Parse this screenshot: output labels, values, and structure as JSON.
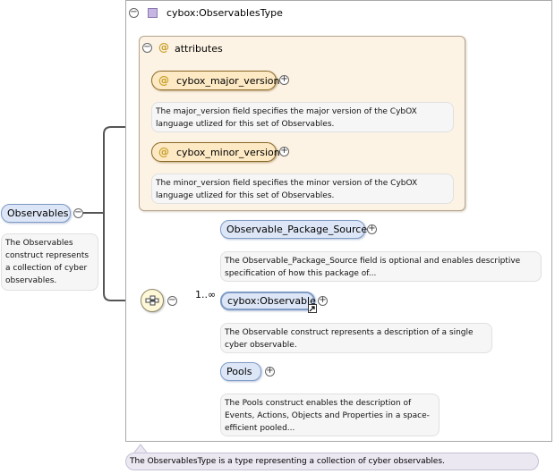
{
  "root": {
    "name": "Observables",
    "doc": "The Observables construct represents a collection of cyber observables."
  },
  "type": {
    "name": "cybox:ObservablesType",
    "doc": "The ObservablesType is a type representing a collection of cyber observables."
  },
  "attributes": {
    "label": "attributes",
    "symbol": "@",
    "items": [
      {
        "name": "cybox_major_version",
        "doc": "The major_version field specifies the major version of the CybOX language utlized for this set of Observables."
      },
      {
        "name": "cybox_minor_version",
        "doc": "The minor_version field specifies the minor version of the CybOX language utlized for this set of Observables."
      }
    ]
  },
  "sequence": {
    "multiplicity": "1..∞",
    "children": [
      {
        "name": "Observable_Package_Source",
        "doc": "The Observable_Package_Source field is optional and enables descriptive specification of how this package of..."
      },
      {
        "name": "cybox:Observable",
        "doc": "The Observable construct represents a description of a single cyber observable."
      },
      {
        "name": "Pools",
        "doc": "The Pools construct enables the description of Events, Actions, Objects and Properties in a space-efficient pooled..."
      }
    ]
  },
  "symbols": {
    "collapse": "−",
    "expand": "+"
  },
  "icons": {
    "type": "type-square-icon",
    "sequence": "sequence-compositor-icon",
    "reference": "reference-arrow-icon"
  },
  "colors": {
    "attribute_fill": "#fde9c4",
    "element_fill": "#dde6f6",
    "attribute_group_fill": "#fdf3e4",
    "type_icon": "#c8b6e2"
  }
}
